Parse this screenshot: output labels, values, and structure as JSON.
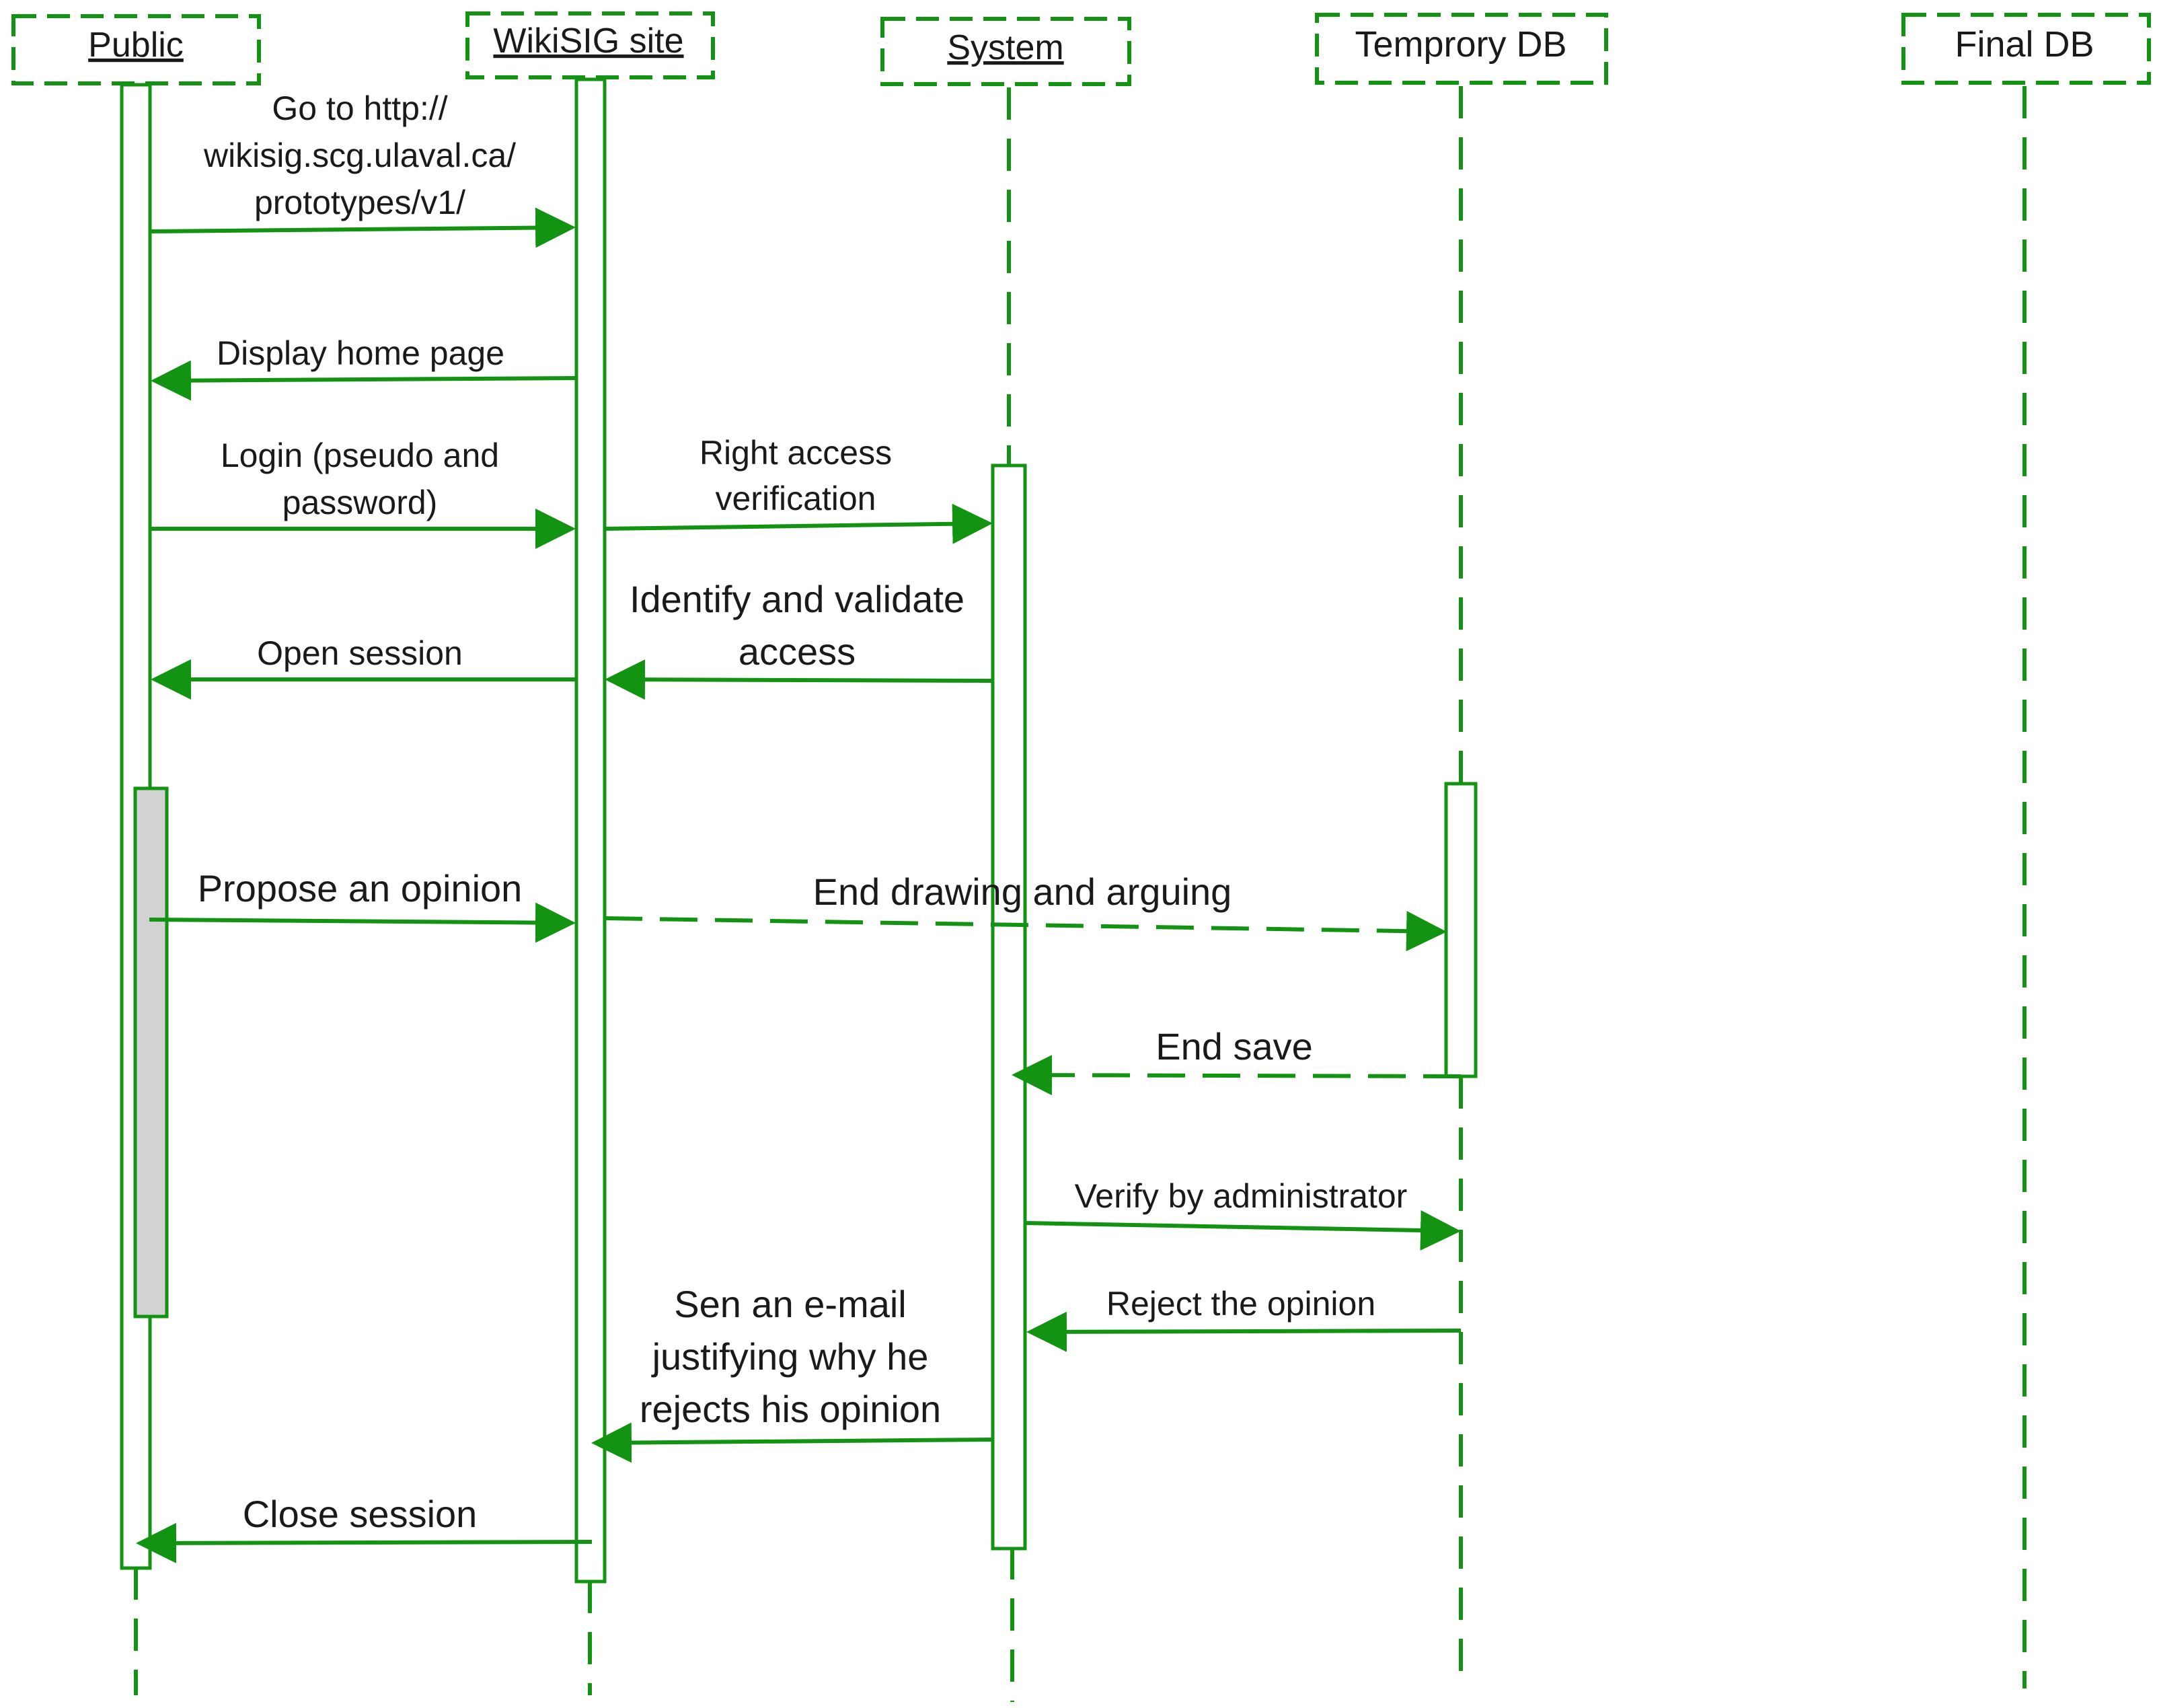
{
  "colors": {
    "line": "#129412",
    "text": "#1a1a1a",
    "activation_fill": "#ffffff",
    "highlight_fill": "#d2d2d2",
    "background": "#ffffff"
  },
  "participants": [
    {
      "id": "public",
      "label": "Public",
      "underlined": true
    },
    {
      "id": "wikisig",
      "label": "WikiSIG site",
      "underlined": true
    },
    {
      "id": "system",
      "label": "System",
      "underlined": true
    },
    {
      "id": "tempdb",
      "label": "Temprory DB",
      "underlined": false
    },
    {
      "id": "finaldb",
      "label": "Final DB",
      "underlined": false
    }
  ],
  "messages": [
    {
      "from": "public",
      "to": "wikisig",
      "style": "solid",
      "lines": [
        "Go to http://",
        "wikisig.scg.ulaval.ca/",
        "prototypes/v1/"
      ]
    },
    {
      "from": "wikisig",
      "to": "public",
      "style": "solid",
      "lines": [
        "Display home page"
      ]
    },
    {
      "from": "public",
      "to": "wikisig",
      "style": "solid",
      "lines": [
        "Login (pseudo and",
        "password)"
      ]
    },
    {
      "from": "wikisig",
      "to": "system",
      "style": "solid",
      "lines": [
        "Right access",
        "verification"
      ]
    },
    {
      "from": "system",
      "to": "wikisig",
      "style": "solid",
      "lines": [
        "Identify and validate",
        "access"
      ]
    },
    {
      "from": "wikisig",
      "to": "public",
      "style": "solid",
      "lines": [
        "Open session"
      ]
    },
    {
      "from": "public",
      "to": "wikisig",
      "style": "solid",
      "lines": [
        "Propose an opinion"
      ]
    },
    {
      "from": "wikisig",
      "to": "tempdb",
      "style": "dashed",
      "lines": [
        "End drawing and arguing"
      ]
    },
    {
      "from": "tempdb",
      "to": "system",
      "style": "dashed",
      "lines": [
        "End save"
      ]
    },
    {
      "from": "system",
      "to": "tempdb",
      "style": "solid",
      "lines": [
        "Verify by administrator"
      ]
    },
    {
      "from": "tempdb",
      "to": "system",
      "style": "solid",
      "lines": [
        "Reject the opinion"
      ]
    },
    {
      "from": "system",
      "to": "wikisig",
      "style": "solid",
      "lines": [
        "Sen an e-mail",
        "justifying why he",
        "rejects his opinion"
      ]
    },
    {
      "from": "wikisig",
      "to": "public",
      "style": "solid",
      "lines": [
        "Close session"
      ]
    }
  ]
}
